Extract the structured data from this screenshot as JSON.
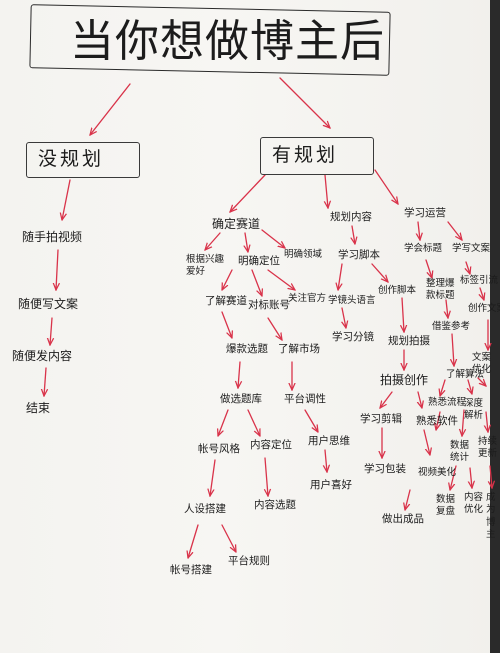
{
  "title": "当你想做博主后",
  "no_plan": {
    "label": "没规划",
    "steps": [
      "随手拍视频",
      "随便写文案",
      "随便发内容",
      "结束"
    ]
  },
  "plan": {
    "label": "有规划",
    "branches": {
      "positioning": {
        "label": "确定赛道",
        "a": "根据兴趣爱好",
        "b": "明确定位",
        "c": "明确领域",
        "d": "了解赛道",
        "e": "对标账号",
        "f": "关注官方",
        "g": "爆款选题",
        "h": "了解市场",
        "i": "做选题库",
        "j": "平台调性",
        "k": "帐号风格",
        "l": "内容定位",
        "m": "用户思维",
        "n": "用户喜好",
        "o": "人设搭建",
        "p": "内容选题",
        "q": "帐号搭建",
        "r": "平台规则"
      },
      "content": {
        "label": "规划内容",
        "a": "学习脚本",
        "b": "学镜头语言",
        "c": "创作脚本",
        "d": "学习分镜",
        "e": "规划拍摄",
        "f": "拍摄创作",
        "g": "学习剪辑",
        "h": "学习包装",
        "i": "做出成品"
      },
      "ops": {
        "label": "学习运营",
        "a": "学会标题",
        "b": "学写文案",
        "c": "整理爆款标题",
        "d": "标签引流",
        "e": "借鉴参考",
        "f": "创作文案",
        "g": "了解算法",
        "h": "熟悉流程",
        "i": "文案优化",
        "j": "熟悉软件",
        "k": "深度解析",
        "l": "视频美化",
        "m": "数据统计",
        "n": "持续更新",
        "o": "数据复盘",
        "p": "内容优化",
        "q": "成为博主"
      }
    }
  }
}
